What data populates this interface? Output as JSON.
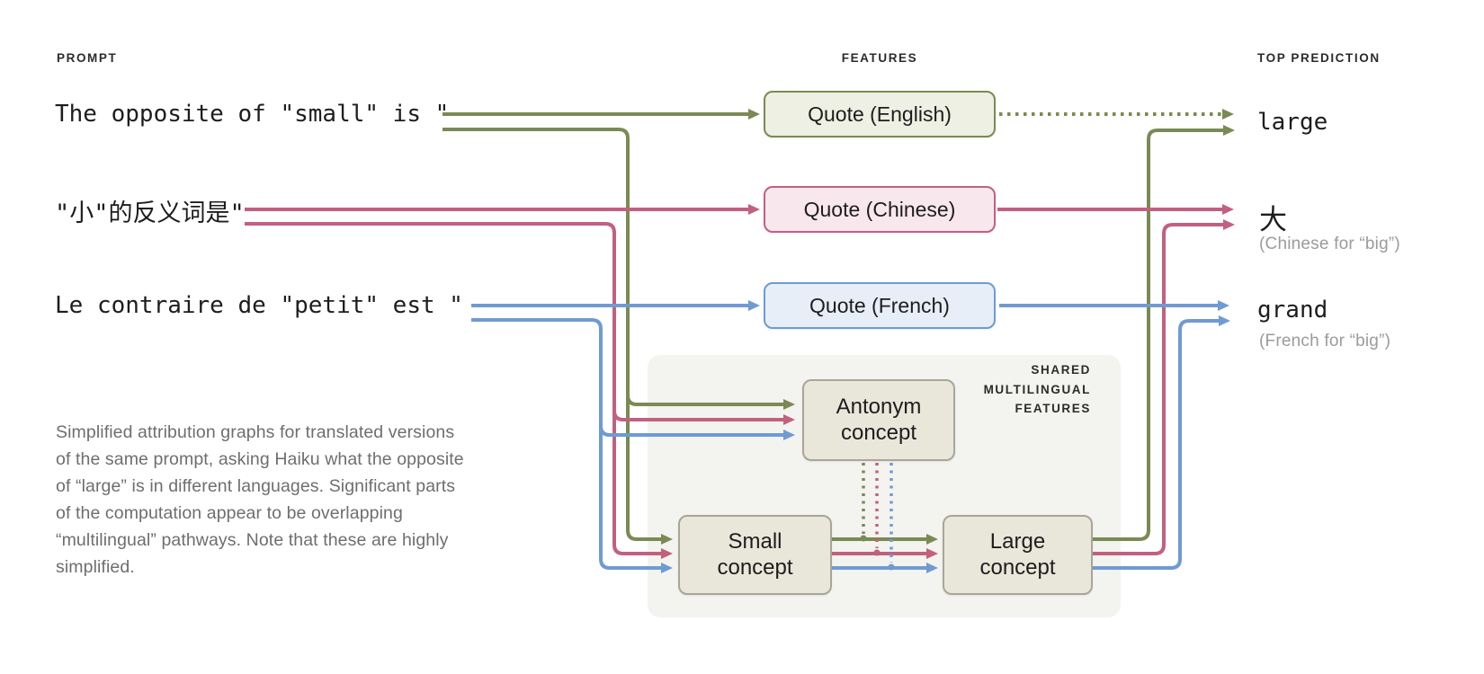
{
  "colors": {
    "green": "#7a8a54",
    "pink": "#c2607f",
    "blue": "#6f9bd2",
    "green_fill": "#edf0e2",
    "pink_fill": "#f9e7ee",
    "blue_fill": "#e7eef8",
    "beige_fill": "#e9e6da",
    "beige_border": "#a9a699",
    "shared_bg": "#f3f3ef",
    "heading_color": "#2b2b2b",
    "text_dark": "#1d1d1d",
    "caption_gray": "#6e6e6e",
    "subnote_gray": "#9b9b9b"
  },
  "headers": {
    "prompt": "PROMPT",
    "features": "FEATURES",
    "top_prediction": "TOP PREDICTION"
  },
  "prompts": [
    {
      "id": "english",
      "text": "The opposite of \"small\" is \""
    },
    {
      "id": "chinese",
      "text": "\"小\"的反义词是\""
    },
    {
      "id": "french",
      "text": "Le contraire de \"petit\" est \""
    }
  ],
  "features": [
    {
      "id": "english",
      "label": "Quote (English)"
    },
    {
      "id": "chinese",
      "label": "Quote (Chinese)"
    },
    {
      "id": "french",
      "label": "Quote (French)"
    }
  ],
  "shared_region": {
    "label_lines": [
      "SHARED",
      "MULTILINGUAL",
      "FEATURES"
    ],
    "concepts": [
      {
        "id": "antonym",
        "label": "Antonym concept"
      },
      {
        "id": "small",
        "label": "Small concept"
      },
      {
        "id": "large",
        "label": "Large concept"
      }
    ]
  },
  "predictions": [
    {
      "id": "english",
      "text": "large",
      "note": ""
    },
    {
      "id": "chinese",
      "text": "大",
      "note": "(Chinese for “big”)"
    },
    {
      "id": "french",
      "text": "grand",
      "note": "(French for “big”)"
    }
  ],
  "caption": "Simplified attribution graphs for translated versions of the same prompt, asking Haiku what the opposite of “large” is in different languages. Significant parts of the computation appear to be overlapping “multilingual” pathways. Note that these are highly simplified."
}
